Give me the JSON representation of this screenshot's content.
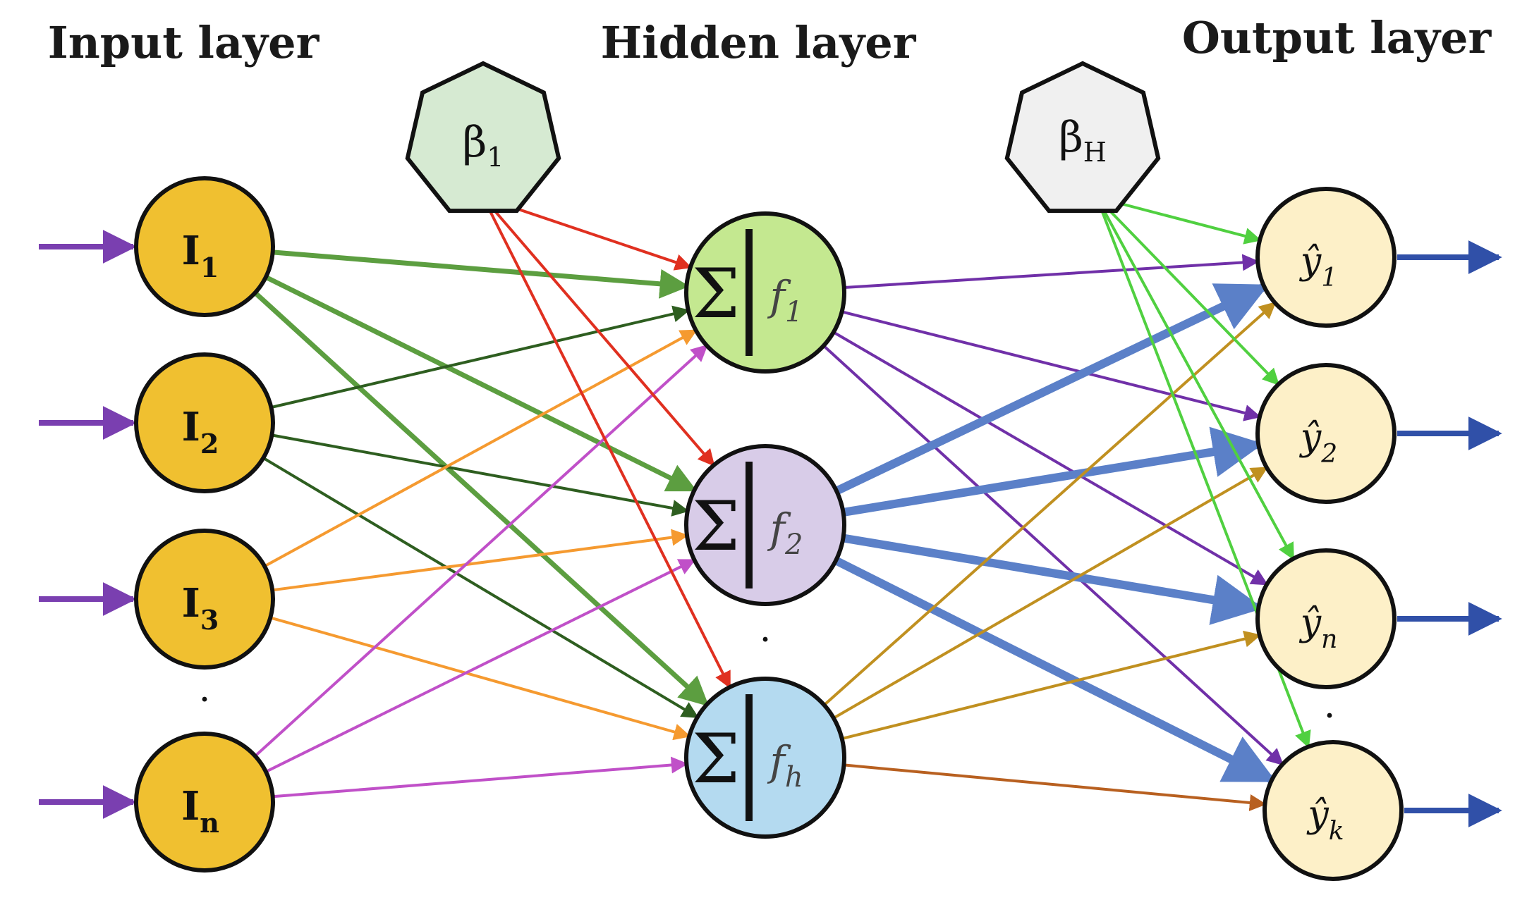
{
  "titles": {
    "input": "Input layer",
    "hidden": "Hidden layer",
    "output": "Output layer"
  },
  "input_nodes": [
    {
      "main": "I",
      "sub": "1"
    },
    {
      "main": "I",
      "sub": "2"
    },
    {
      "main": "I",
      "sub": "3"
    },
    {
      "main": "I",
      "sub": "n"
    }
  ],
  "hidden_nodes": [
    {
      "sigma": "Σ",
      "f": "f",
      "sub": "1"
    },
    {
      "sigma": "Σ",
      "f": "f",
      "sub": "2"
    },
    {
      "sigma": "Σ",
      "f": "f",
      "sub": "h"
    }
  ],
  "output_nodes": [
    {
      "main": "ŷ",
      "sub": "1"
    },
    {
      "main": "ŷ",
      "sub": "2"
    },
    {
      "main": "ŷ",
      "sub": "n"
    },
    {
      "main": "ŷ",
      "sub": "k"
    }
  ],
  "biases": [
    {
      "main": "β",
      "sub": "1"
    },
    {
      "main": "β",
      "sub": "H"
    }
  ],
  "dots": ".",
  "colors": {
    "input_fill": "#f0c030",
    "hidden_1_fill": "#c4e890",
    "hidden_2_fill": "#d8cce8",
    "hidden_h_fill": "#b4daf0",
    "output_fill": "#fdf0c8",
    "bias_1_fill": "#d6ead2",
    "bias_h_fill": "#f0f0f0",
    "io_arrow_in": "#7a3fb0",
    "io_arrow_out": "#3050a8",
    "edge_green": "#5c9e40",
    "edge_darkgreen": "#2e5e20",
    "edge_orange": "#f59a30",
    "edge_magenta": "#c050c8",
    "edge_red": "#e03020",
    "edge_purple": "#7030a8",
    "edge_blue": "#5b80c8",
    "edge_gold": "#c09020",
    "edge_brown": "#b86020",
    "edge_lightgreen": "#50d040"
  }
}
